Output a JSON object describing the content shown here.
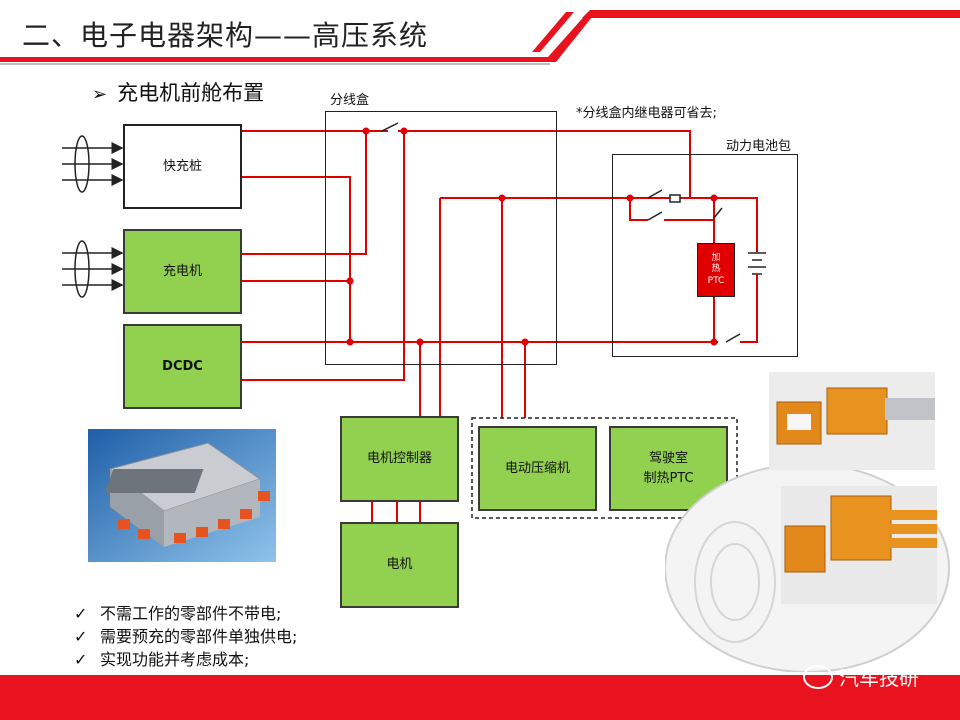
{
  "header": {
    "title": "二、电子电器架构——高压系统",
    "subtitle": "充电机前舱布置",
    "subtitle_marker": "➢"
  },
  "diagram": {
    "junction_box_label": "分线盒",
    "note": "*分线盒内继电器可省去;",
    "battery_label": "动力电池包",
    "boxes": {
      "fast_charger": "快充桩",
      "charger": "充电机",
      "dcdc": "DCDC",
      "motor_controller": "电机控制器",
      "motor": "电机",
      "compressor": "电动压缩机",
      "cabin_ptc": "驾驶室\n制热PTC",
      "heating_ptc": "加\n热\nPTC"
    }
  },
  "bullets": [
    "不需工作的零部件不带电;",
    "需要预充的零部件单独供电;",
    "实现功能并考虑成本;"
  ],
  "bullet_marker": "✓",
  "footer": {
    "watermark": "汽车技研"
  },
  "colors": {
    "accent_red": "#e8131f",
    "wire_red": "#e00000",
    "box_green": "#92d050"
  }
}
